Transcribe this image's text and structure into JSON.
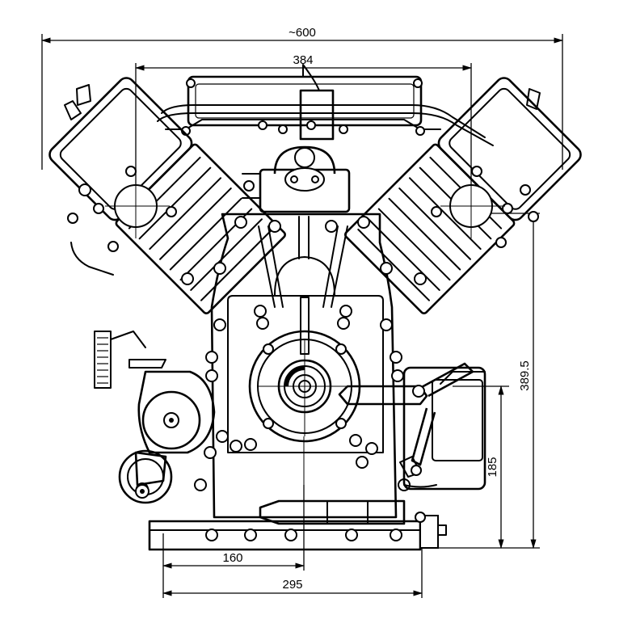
{
  "dimensions": {
    "overall_width": "~600",
    "head_spacing": "384",
    "total_height": "389.5",
    "shaft_height": "185",
    "shaft_offset": "160",
    "base_width": "295"
  }
}
